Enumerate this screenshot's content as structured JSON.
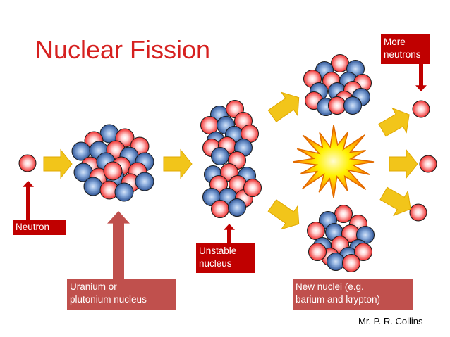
{
  "title": "Nuclear Fission",
  "labels": {
    "neutron": "Neutron",
    "uranium": [
      "Uranium or",
      "plutonium nucleus"
    ],
    "unstable": [
      "Unstable",
      "nucleus"
    ],
    "new_nuclei": [
      "New nuclei (e.g.",
      "barium and krypton)"
    ],
    "more_neutrons": [
      "More",
      "neutrons"
    ]
  },
  "credit": "Mr. P. R. Collins",
  "colors": {
    "title": "#d6201f",
    "neutron_fill": "#ff3b3b",
    "neutron_center": "#ffe3e3",
    "proton_fill": "#ef2b2b",
    "proton_center": "#ffd6d6",
    "neutron_blue": "#3c5f99",
    "neutron_blue_center": "#a9c2e6",
    "flow_arrow": "#f2c51a",
    "pointer_red": "#c00000",
    "pointer_rose": "#c0504d",
    "explosion_outer": "#ff6a00",
    "explosion_inner": "#fff200"
  }
}
